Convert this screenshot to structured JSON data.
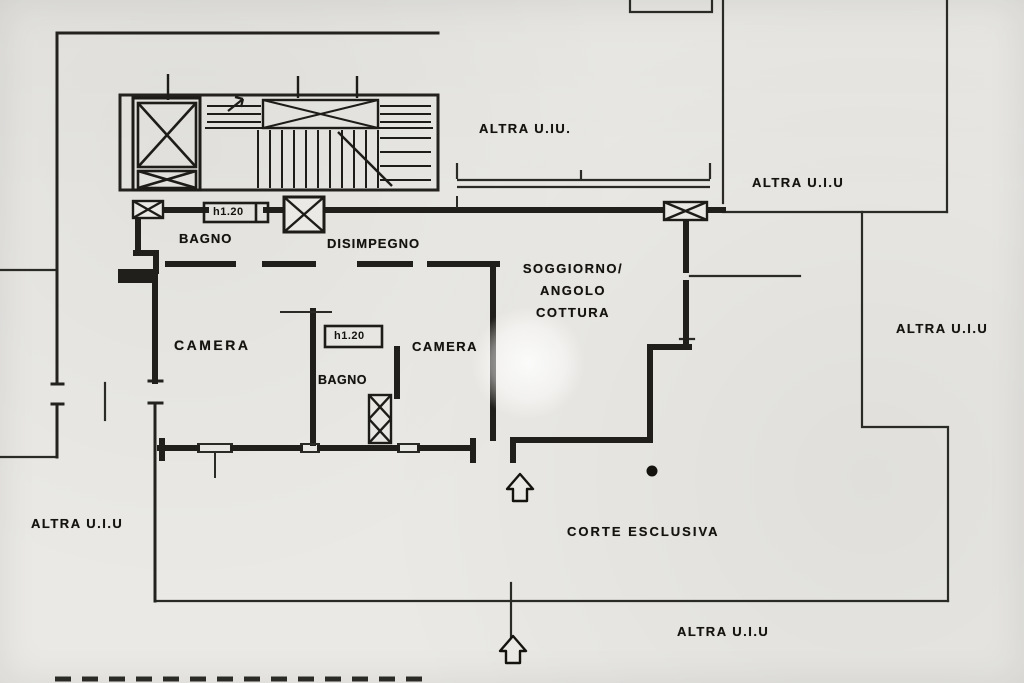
{
  "document": {
    "kind": "scanned floor plan (planimetria)",
    "colors": {
      "paper": "#eae9e5",
      "ink": "#14130e",
      "wall": "#201f1b"
    }
  },
  "labels": {
    "altra_top": "ALTRA U.IU.",
    "altra_right_upper": "ALTRA U.I.U",
    "altra_right_mid": "ALTRA U.I.U",
    "altra_left": "ALTRA U.I.U",
    "altra_bottom": "ALTRA U.I.U",
    "bagno1": "BAGNO",
    "disimpegno": "DISIMPEGNO",
    "camera_left": "CAMERA",
    "bagno2": "BAGNO",
    "camera_right": "CAMERA",
    "soggiorno_line1": "SOGGIORNO/",
    "soggiorno_line2": "ANGOLO",
    "soggiorno_line3": "COTTURA",
    "corte": "CORTE ESCLUSIVA",
    "h120_top": "h1.20",
    "h120_mid": "h1.20"
  },
  "symbols": [
    "elevator-icon",
    "staircase-icon",
    "window-icon",
    "door-window-icon",
    "shaft-icon",
    "entrance-arrow-icon",
    "stair-direction-arrow-icon"
  ]
}
